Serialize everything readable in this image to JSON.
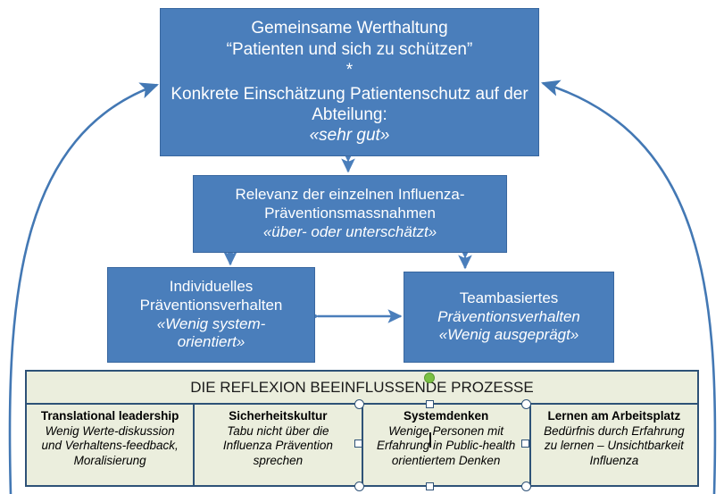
{
  "diagram": {
    "title_implicit": "Reflexionsmodell Influenza-Prävention",
    "colors": {
      "box_fill": "#4a7ebb",
      "box_border": "#39679f",
      "panel_fill": "#ebeedd",
      "panel_border": "#2e5277",
      "arrow": "#4a7ebb",
      "rotation_handle": "#7ac143"
    },
    "boxes": {
      "top": {
        "line1": "Gemeinsame Werthaltung",
        "line2": "“Patienten und sich zu schützen”",
        "line3": "*",
        "line4": "Konkrete Einschätzung  Patientenschutz auf der",
        "line5": "Abteilung:",
        "line6": "«sehr gut»"
      },
      "relevance": {
        "line1": "Relevanz der einzelnen Influenza-",
        "line2": "Präventionsmassnahmen",
        "line3": "«über- oder unterschätzt»"
      },
      "individual": {
        "line1": "Individuelles",
        "line2": "Präventionsverhalten",
        "line3": "«Wenig system-",
        "line4": "orientiert»"
      },
      "team": {
        "line1": "Teambasiertes",
        "line2": "Präventionsverhalten",
        "line3": "«Wenig ausgeprägt»"
      }
    },
    "panel": {
      "header": "DIE REFLEXION BEEINFLUSSENDE PROZESSE",
      "columns": [
        {
          "title": "Translational leadership",
          "lines": [
            "Wenig Werte-diskussion",
            "und Verhaltens-feedback,",
            "Moralisierung"
          ]
        },
        {
          "title": "Sicherheitskultur",
          "lines": [
            "Tabu nicht über die",
            "Influenza Prävention",
            "sprechen"
          ]
        },
        {
          "title": "Systemdenken",
          "lines": [
            "Wenige Personen mit",
            "Erfahrung in Public-health",
            "orientiertem Denken"
          ]
        },
        {
          "title": "Lernen am Arbeitsplatz",
          "lines": [
            "Bedürfnis durch Erfahrung",
            "zu lernen – Unsichtbarkeit",
            "Influenza"
          ]
        }
      ]
    },
    "connectors": [
      {
        "name": "top-to-relevance",
        "type": "double-vertical"
      },
      {
        "name": "relevance-to-individual",
        "type": "double-vertical"
      },
      {
        "name": "relevance-to-team",
        "type": "double-vertical"
      },
      {
        "name": "individual-to-team",
        "type": "double-horizontal"
      },
      {
        "name": "panel-to-top-left",
        "type": "curved-single"
      },
      {
        "name": "panel-to-top-right",
        "type": "curved-single"
      }
    ]
  }
}
